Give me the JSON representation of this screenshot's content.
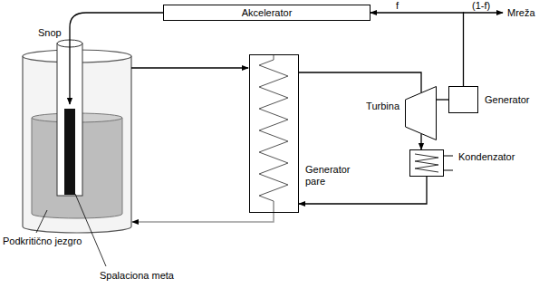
{
  "diagram": {
    "nodes": [
      {
        "text": [
          "Akcelerator"
        ]
      },
      {
        "text": [
          "Generator pare"
        ]
      },
      {
        "text": [
          "Turbina"
        ]
      },
      {
        "text": [
          "Generator"
        ]
      },
      {
        "text": [
          "Kondenzator"
        ]
      }
    ],
    "edges": [
      {
        "from": 1,
        "to": 2,
        "arrow": "none"
      },
      {
        "from": 2,
        "to": 4,
        "arrow": "to"
      },
      {
        "from": 4,
        "to": 1,
        "arrow": "to"
      },
      {
        "from": 2,
        "to": 3,
        "arrow": "none"
      },
      {
        "from": 3,
        "to": 0,
        "arrow": "to",
        "label": "f"
      }
    ],
    "labels": [
      "Snop",
      "Podkritično jezgro",
      "Spalaciona meta",
      "(1-f)",
      "Mreža"
    ]
  }
}
